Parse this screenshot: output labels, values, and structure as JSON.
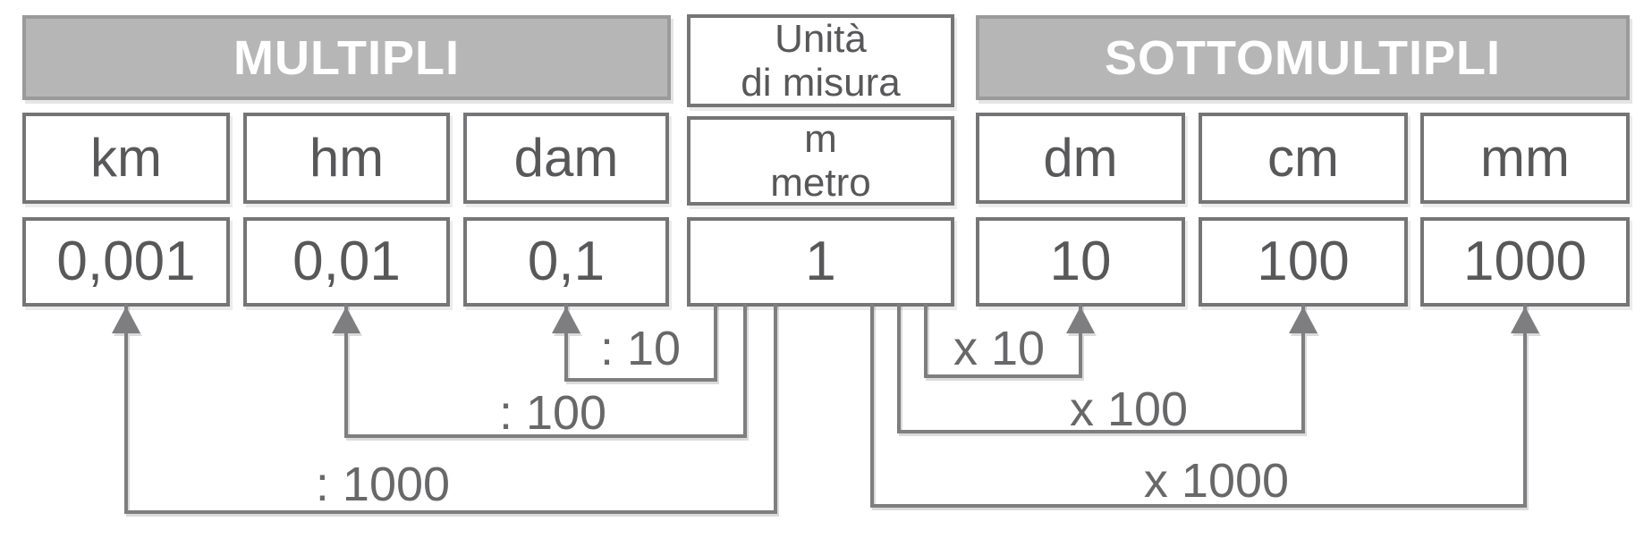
{
  "table": {
    "headers": {
      "multiples": "MULTIPLI",
      "submultiples": "SOTTOMULTIPLI",
      "unit_title_line1": "Unità",
      "unit_title_line2": "di misura"
    },
    "multiples": [
      {
        "symbol": "km",
        "value": "0,001"
      },
      {
        "symbol": "hm",
        "value": "0,01"
      },
      {
        "symbol": "dam",
        "value": "0,1"
      }
    ],
    "base_unit": {
      "symbol": "m",
      "name": "metro",
      "value": "1"
    },
    "submultiples": [
      {
        "symbol": "dm",
        "value": "10"
      },
      {
        "symbol": "cm",
        "value": "100"
      },
      {
        "symbol": "mm",
        "value": "1000"
      }
    ]
  },
  "arrows": {
    "divide": [
      {
        "label": ": 10"
      },
      {
        "label": ": 100"
      },
      {
        "label": ": 1000"
      }
    ],
    "multiply": [
      {
        "label": "x 10"
      },
      {
        "label": "x 100"
      },
      {
        "label": "x 1000"
      }
    ]
  },
  "colors": {
    "header_fill": "#b6b6b6",
    "header_border": "#9a9a9a",
    "header_text": "#ffffff",
    "box_border": "#757577",
    "text": "#58585a",
    "line": "#7e7e80",
    "label_text": "#68686a",
    "page_bg": "#ffffff"
  }
}
